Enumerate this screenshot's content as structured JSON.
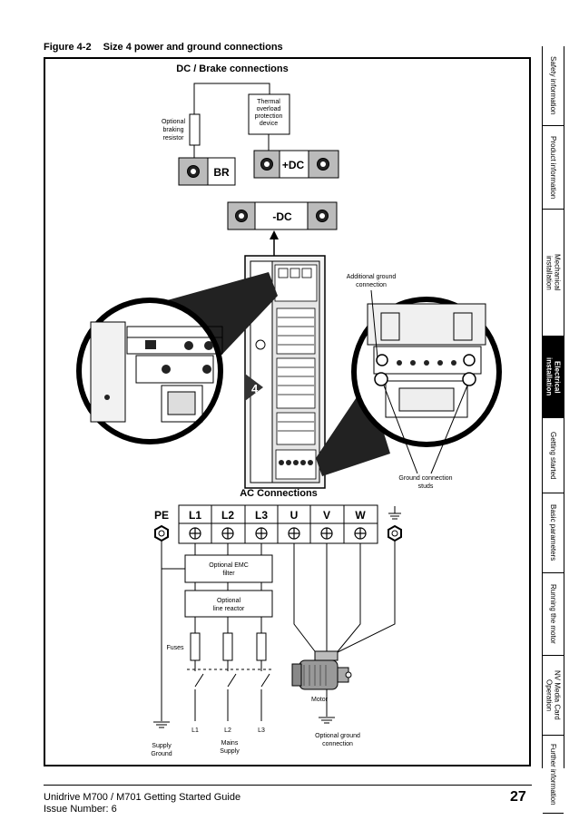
{
  "figure": {
    "number": "Figure 4-2",
    "title": "Size 4 power and ground connections"
  },
  "dc_section": {
    "title": "DC / Brake connections",
    "braking_resistor_label": "Optional\nbraking\nresistor",
    "thermal_label": "Thermal\noverload\nprotection\ndevice",
    "br_terminal": "BR",
    "plus_dc_terminal": "+DC",
    "minus_dc_terminal": "-DC"
  },
  "drive": {
    "badge": "4"
  },
  "ground_callouts": {
    "additional": "Additional ground\nconnection",
    "studs": "Ground connection\nstuds"
  },
  "ac_section": {
    "title": "AC Connections",
    "terminals": [
      "PE",
      "L1",
      "L2",
      "L3",
      "U",
      "V",
      "W"
    ],
    "emc_filter": "Optional EMC\nfilter",
    "line_reactor": "Optional\nline reactor",
    "fuses": "Fuses",
    "motor": "Motor",
    "supply_lines": [
      "L1",
      "L2",
      "L3"
    ],
    "supply_ground": "Supply\nGround",
    "mains_supply": "Mains\nSupply",
    "optional_ground": "Optional ground\nconnection"
  },
  "sidebar": {
    "tabs": [
      {
        "label": "Safety information",
        "active": false
      },
      {
        "label": "Product information",
        "active": false
      },
      {
        "label": "Mechanical\ninstallation",
        "active": false
      },
      {
        "label": "Electrical\ninstallation",
        "active": true
      },
      {
        "label": "Getting started",
        "active": false
      },
      {
        "label": "Basic parameters",
        "active": false
      },
      {
        "label": "Running the motor",
        "active": false
      },
      {
        "label": "NV Media Card\nOperation",
        "active": false
      },
      {
        "label": "Further information",
        "active": false
      }
    ]
  },
  "footer": {
    "guide_title": "Unidrive M700 / M701 Getting Started Guide",
    "issue": "Issue Number: 6",
    "page_number": "27"
  }
}
